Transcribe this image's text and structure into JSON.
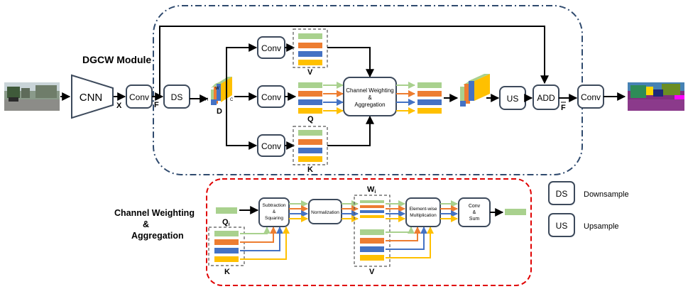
{
  "module_title": "DGCW Module",
  "blocks": {
    "cnn": "CNN",
    "conv_in": "Conv",
    "ds": "DS",
    "conv_v": "Conv",
    "conv_q": "Conv",
    "conv_k": "Conv",
    "cwa_line1": "Channel Weighting",
    "cwa_line2": "&",
    "cwa_line3": "Aggregation",
    "us": "US",
    "add": "ADD",
    "conv_out": "Conv"
  },
  "tensor_labels": {
    "x": "X",
    "f": "F",
    "d": "D",
    "w": "W",
    "h": "H",
    "c": "C",
    "v": "V",
    "q": "Q",
    "k": "K",
    "f_bar": "F"
  },
  "detail": {
    "title_line1": "Channel Weighting",
    "title_line2": "&",
    "title_line3": "Aggregation",
    "qi": "Q",
    "qi_sub": "i",
    "k": "K",
    "wi": "W",
    "wi_sub": "i",
    "v": "V",
    "subtraction_line1": "Subtraction",
    "subtraction_line2": "&",
    "subtraction_line3": "Squaring",
    "normalization": "Normalization",
    "elementwise_line1": "Element-wise",
    "elementwise_line2": "Multiplication",
    "convsum_line1": "Conv",
    "convsum_line2": "&",
    "convsum_line3": "Sum"
  },
  "legend": [
    {
      "abbr": "DS",
      "text": "Downsample"
    },
    {
      "abbr": "US",
      "text": "Upsample"
    }
  ],
  "colors": {
    "green": "#a9d18e",
    "orange": "#ed7d31",
    "blue": "#4472c4",
    "yellow": "#ffc000",
    "module_border": "#2f4a6e",
    "detail_border": "#e00000"
  }
}
